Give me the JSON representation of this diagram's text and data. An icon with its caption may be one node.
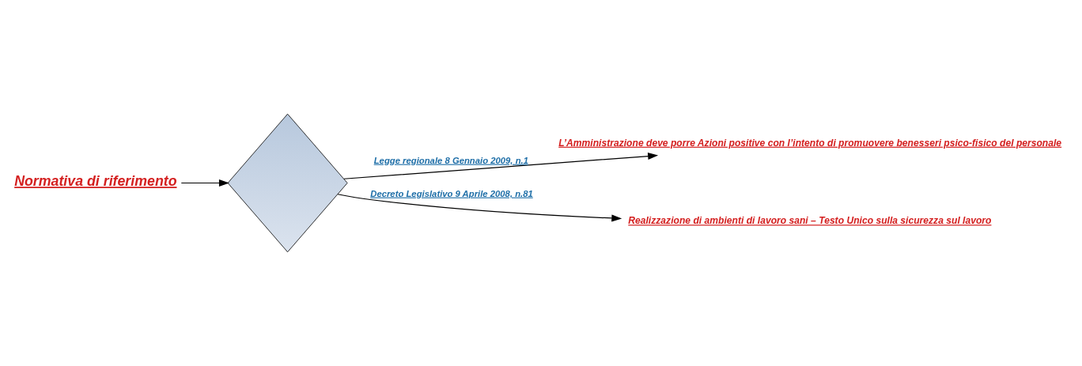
{
  "diagram": {
    "nodes": [
      {
        "text": [
          "Normativa di riferimento"
        ]
      },
      {
        "text": [],
        "shape": "diamond"
      },
      {
        "text": [
          "L’Amministrazione deve porre Azioni positive con l’intento di promuovere benesseri psico-fisico del personale"
        ]
      },
      {
        "text": [
          "Realizzazione di ambienti di lavoro sani – Testo Unico sulla sicurezza sul lavoro"
        ]
      }
    ],
    "edges": [
      {
        "from": 0,
        "to": 1,
        "arrow": "to"
      },
      {
        "from": 1,
        "to": 2,
        "arrow": "to",
        "label": "Legge regionale 8 Gennaio 2009, n.1"
      },
      {
        "from": 1,
        "to": 3,
        "arrow": "to",
        "label": "Decreto Legislativo 9 Aprile 2008, n.81"
      }
    ]
  }
}
